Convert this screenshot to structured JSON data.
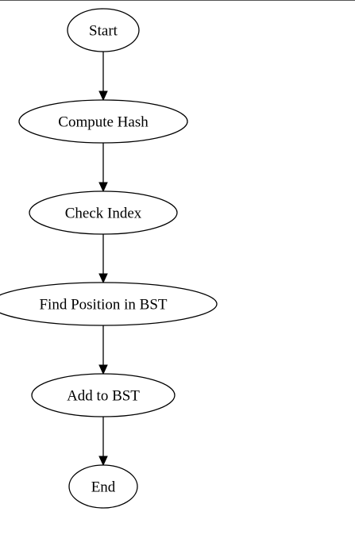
{
  "diagram": {
    "type": "flowchart",
    "direction": "top-to-bottom",
    "nodes": [
      {
        "id": "start",
        "label": "Start",
        "shape": "ellipse"
      },
      {
        "id": "compute_hash",
        "label": "Compute Hash",
        "shape": "ellipse"
      },
      {
        "id": "check_index",
        "label": "Check Index",
        "shape": "ellipse"
      },
      {
        "id": "find_position",
        "label": "Find Position in BST",
        "shape": "ellipse"
      },
      {
        "id": "add_to_bst",
        "label": "Add to BST",
        "shape": "ellipse"
      },
      {
        "id": "end",
        "label": "End",
        "shape": "ellipse"
      }
    ],
    "edges": [
      {
        "from": "start",
        "to": "compute_hash"
      },
      {
        "from": "compute_hash",
        "to": "check_index"
      },
      {
        "from": "check_index",
        "to": "find_position"
      },
      {
        "from": "find_position",
        "to": "add_to_bst"
      },
      {
        "from": "add_to_bst",
        "to": "end"
      }
    ]
  }
}
